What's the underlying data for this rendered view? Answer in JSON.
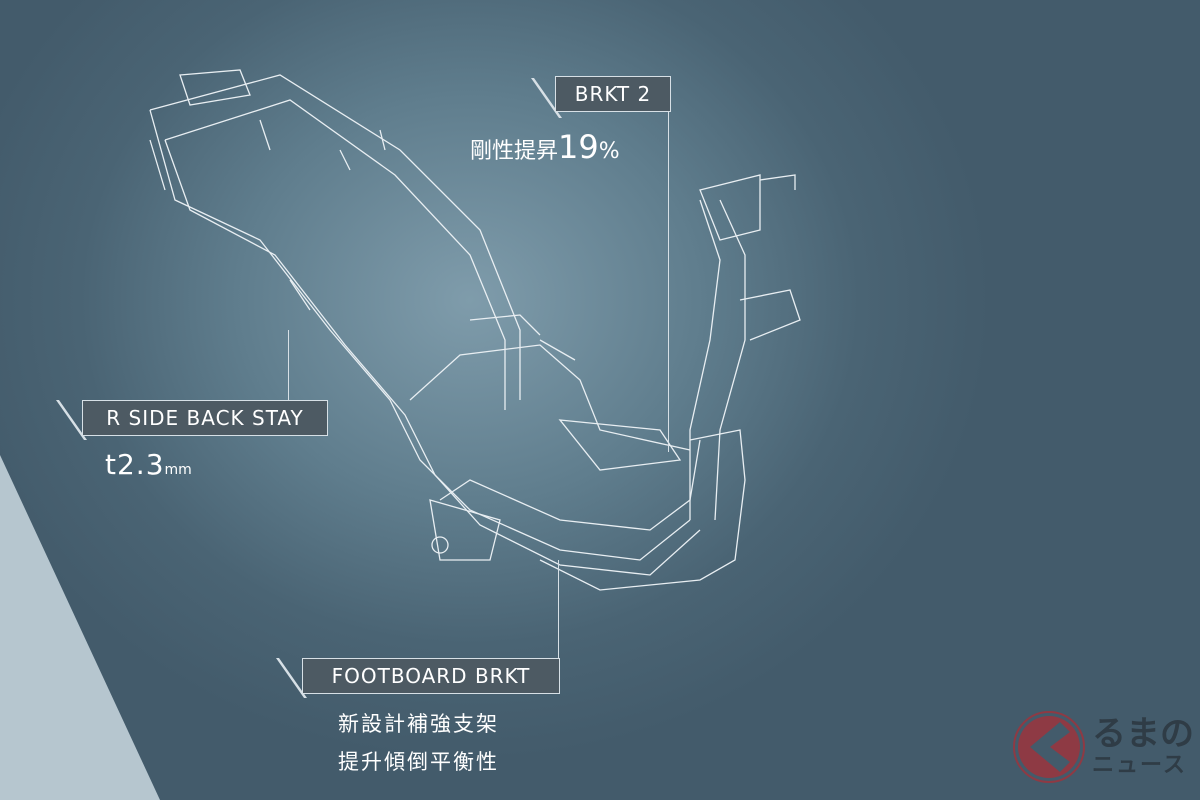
{
  "labels": {
    "brkt2": {
      "title": "BRKT 2",
      "text": "剛性提昇",
      "value": "19",
      "unit": "%"
    },
    "back_stay": {
      "title": "R SIDE BACK STAY",
      "value": "t2.3",
      "unit": "mm"
    },
    "footboard": {
      "title": "FOOTBOARD BRKT",
      "line1": "新設計補強支架",
      "line2": "提升傾倒平衡性"
    }
  },
  "logo": {
    "line1": "るまの",
    "line2": "ニュース"
  },
  "colors": {
    "accent": "#8e3a44",
    "tag_bg": "#4d5a63"
  }
}
